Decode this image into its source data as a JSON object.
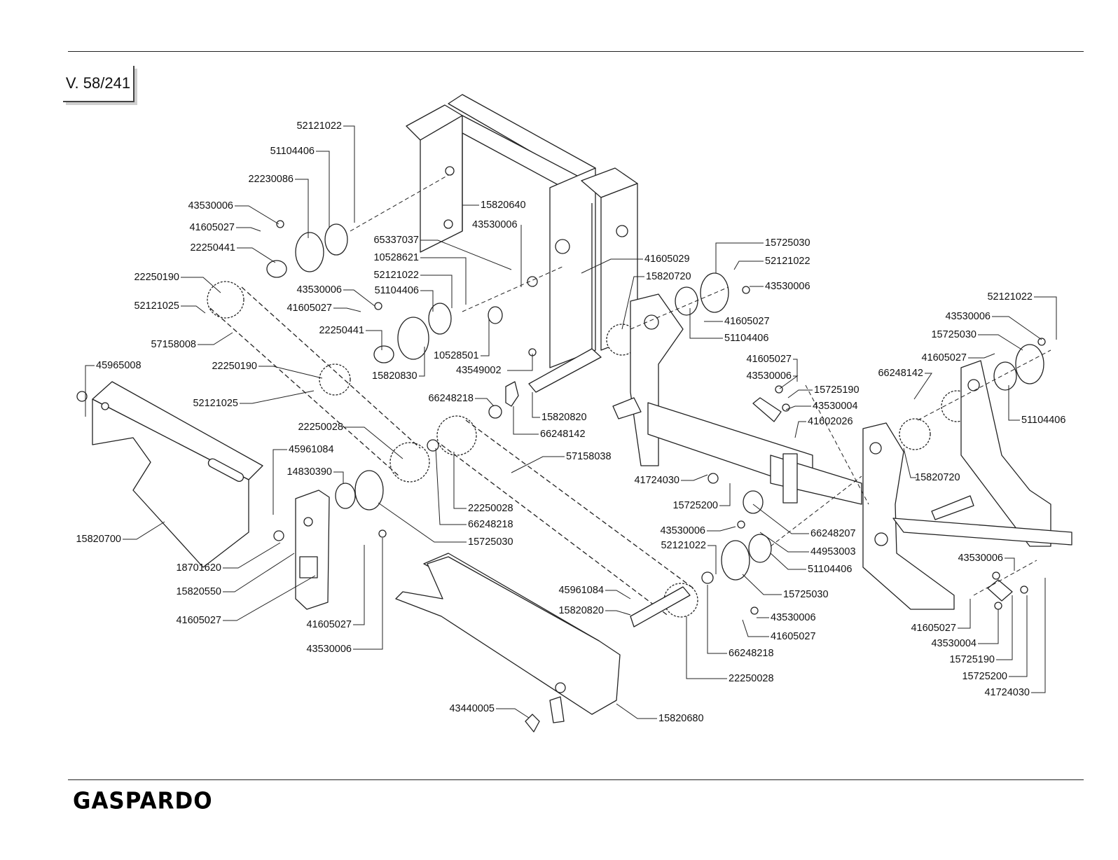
{
  "sheet_ref": "V. 58/241",
  "brand": "GASPARDO",
  "labels": [
    "52121022",
    "51104406",
    "22230086",
    "43530006",
    "41605027",
    "22250441",
    "22250190",
    "52121025",
    "57158008",
    "45965008",
    "15820640",
    "43530006",
    "65337037",
    "10528621",
    "52121022",
    "51104406",
    "43530006",
    "41605027",
    "22250441",
    "10528501",
    "15820830",
    "43549002",
    "22250190",
    "52121025",
    "41605029",
    "15725030",
    "52121022",
    "15820720",
    "43530006",
    "41605027",
    "51104406",
    "52121022",
    "43530006",
    "15725030",
    "41605027",
    "66248142",
    "15820820",
    "66248218",
    "66248142",
    "41605027",
    "43530006",
    "15725190",
    "43530004",
    "41602026",
    "22250028",
    "57158038",
    "45961084",
    "14830390",
    "15820700",
    "22250028",
    "66248218",
    "15725030",
    "51104406",
    "15820720",
    "41724030",
    "15725200",
    "43530006",
    "66248207",
    "44953003",
    "52121022",
    "51104406",
    "15725030",
    "18701620",
    "15820550",
    "41605027",
    "41605027",
    "43530006",
    "45961084",
    "15820820",
    "43530006",
    "41605027",
    "66248218",
    "22250028",
    "43440005",
    "15820680",
    "43530006",
    "41605027",
    "43530004",
    "15725190",
    "15725200",
    "41724030"
  ]
}
